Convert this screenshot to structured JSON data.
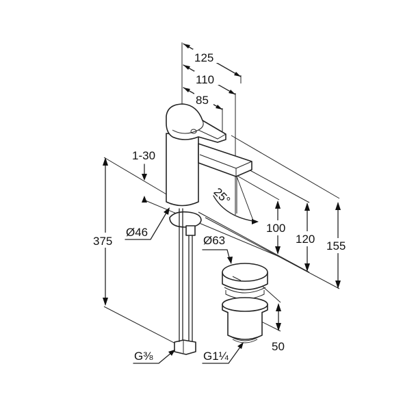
{
  "drawing": {
    "title": "Basin mixer dimension drawing",
    "dimensions": {
      "reach_total": "125",
      "reach_spout": "110",
      "reach_lever": "85",
      "deck_thickness": "1-30",
      "body_diameter": "Ø46",
      "hose_length": "375",
      "spout_angle": "25°",
      "spout_height": "100",
      "spout_top_height": "120",
      "total_height": "155",
      "waste_diameter": "Ø63",
      "waste_height": "50",
      "hose_thread": "G⅜",
      "waste_thread": "G1¼"
    },
    "line_color": "#222222"
  }
}
